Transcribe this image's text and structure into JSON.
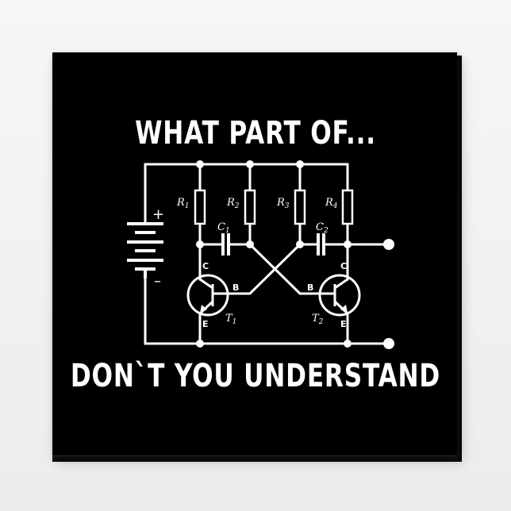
{
  "headline": {
    "top": "WHAT PART OF...",
    "bottom": "DON`T YOU UNDERSTAND"
  },
  "circuit": {
    "resistors": [
      {
        "letter": "R",
        "index": "1"
      },
      {
        "letter": "R",
        "index": "2"
      },
      {
        "letter": "R",
        "index": "3"
      },
      {
        "letter": "R",
        "index": "4"
      }
    ],
    "capacitors": [
      {
        "letter": "C",
        "index": "1"
      },
      {
        "letter": "C",
        "index": "2"
      }
    ],
    "transistors": [
      {
        "letter": "T",
        "index": "1",
        "collector": "C",
        "base": "B",
        "emitter": "E"
      },
      {
        "letter": "T",
        "index": "2",
        "collector": "C",
        "base": "B",
        "emitter": "E"
      }
    ],
    "battery": {
      "plus": "+",
      "minus": "–"
    }
  },
  "colors": {
    "background": "#000000",
    "ink": "#ffffff",
    "frame": "#f2f2f2"
  }
}
